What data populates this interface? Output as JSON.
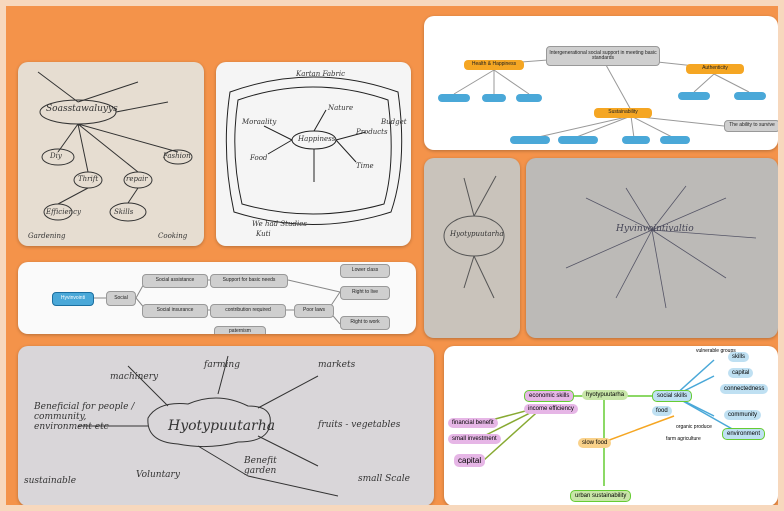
{
  "colors": {
    "background": "#f4934a",
    "paper": "#e6ddd1",
    "node_grey": "#cfcfcf",
    "node_orange": "#f5a623",
    "node_blue": "#4aa8d8"
  },
  "panel_top_left": {
    "title": "Soasstawaluyys",
    "labels": [
      "Thrift",
      "repair",
      "Fashion",
      "Skills",
      "Efficiency",
      "Diy",
      "Gardening",
      "Cooking"
    ]
  },
  "panel_top_mid": {
    "title": "Kartan Fabric",
    "center": "Happiness",
    "labels": [
      "Moraality",
      "Food",
      "Time",
      "Products",
      "Budget",
      "Nature"
    ],
    "footer": [
      "We had Studies",
      "Kuti"
    ]
  },
  "panel_top_right": {
    "central": "Intergenerational social support in meeting basic standards",
    "left": "Health & Happiness",
    "right": "Authenticity",
    "bottom": "Sustainability",
    "note_right": "The ability to survive"
  },
  "panel_mid_left_photo": {
    "title": "Hyotypuutarha"
  },
  "panel_mid_right_photo": {
    "title": "Hyvinvointivaltio"
  },
  "panel_mid_diagram": {
    "root": "Hyvinvointi",
    "mid": "Social",
    "nodes": [
      "Social assistance",
      "Support for basic needs",
      "Social insurance",
      "contribution required",
      "Poor laws",
      "Lower class",
      "Right to live",
      "Right to work",
      "paternism"
    ]
  },
  "panel_bottom_left": {
    "center": "Hyotypuutarha",
    "labels": [
      "machinery",
      "farming",
      "markets",
      "fruits - vegetables",
      "Beneficial for people / community, environment etc",
      "Benefit garden",
      "Voluntary",
      "small Scale",
      "sustainable"
    ]
  },
  "panel_bottom_right": {
    "center": "hyotypuutarha",
    "labels": [
      "economic skills",
      "income efficiency",
      "financial benefit",
      "small investment",
      "capital",
      "slow food",
      "skills",
      "capital",
      "connectedness",
      "community",
      "environment",
      "urban sustainability",
      "social skills",
      "food",
      "organic produce",
      "farm agriculture",
      "vulnerable groups"
    ]
  }
}
